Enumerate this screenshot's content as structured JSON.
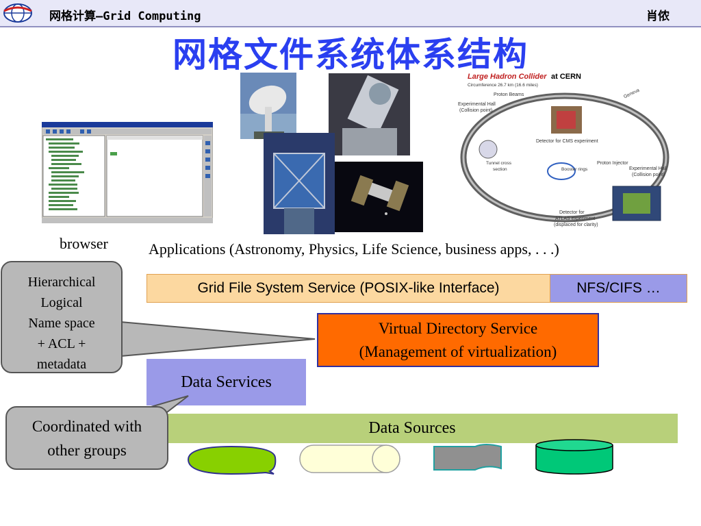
{
  "header": {
    "course": "网格计算—Grid Computing",
    "author": "肖侬"
  },
  "slide": {
    "title": "网格文件系统体系结构"
  },
  "labels": {
    "browser": "browser",
    "applications": "Applications (Astronomy, Physics, Life Science, business apps, . . .)"
  },
  "layers": {
    "gfs": "Grid File System Service (POSIX-like Interface)",
    "nfs": "NFS/CIFS …",
    "vds_line1": "Virtual Directory Service",
    "vds_line2": "(Management of virtualization)",
    "data_services": "Data Services",
    "data_sources": "Data Sources"
  },
  "callouts": {
    "namespace": [
      "Hierarchical",
      "Logical",
      "Name space",
      "+ ACL +",
      "metadata"
    ],
    "coordinated": [
      "Coordinated with",
      "other groups"
    ]
  },
  "lhc_figure": {
    "title_italic": "Large Hadron Collider",
    "title_suffix": "at CERN",
    "circumference": "Circumference 26.7 km (16.6 miles)",
    "proton_beams": "Proton Beams",
    "exp_hall_1": "Experimental Hall",
    "collision_1": "(Collision point)",
    "geneva": "Geneva",
    "cms": "Detector for CMS experiment",
    "tunnel_1": "Tunnel cross",
    "tunnel_2": "section",
    "booster": "Booster rings",
    "injector": "Proton Injector",
    "exp_hall_2": "Experimental Hall",
    "collision_2": "(Collision point)",
    "atlas_1": "Detector for",
    "atlas_2": "ATLAS experiment",
    "atlas_3": "(displaced for clarity)"
  },
  "colors": {
    "title": "#2a3ff0",
    "gfs_fill": "#fcd8a0",
    "nfs_fill": "#9a9ae8",
    "vds_fill": "#ff6a00",
    "data_services_fill": "#9a9ae8",
    "data_sources_fill": "#b8d07a",
    "callout_fill": "#b8b8b8"
  }
}
